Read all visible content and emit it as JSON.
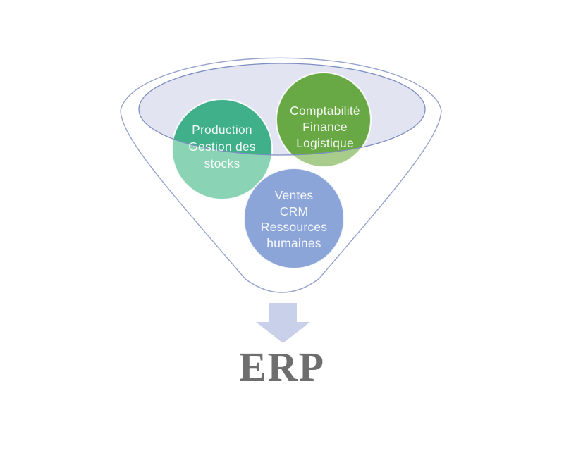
{
  "diagram": {
    "type": "funnel-convergence",
    "title": "ERP",
    "title_color": "#6E6E6E",
    "funnel": {
      "body_fill": "#ffffff",
      "outline_stroke": "#97A3CD",
      "liquid_fill": "#E2E4F1",
      "liquid_stroke": "#7E8EC1"
    },
    "bubbles": [
      {
        "id": "production",
        "lines": [
          "Production",
          "Gestion des",
          "stocks"
        ],
        "color_dark": "#3FB08A",
        "color_light": "#8BD3B5"
      },
      {
        "id": "comptabilite",
        "lines": [
          "Comptabilité",
          "Finance",
          "Logistique"
        ],
        "color_dark": "#68A845",
        "color_light": "#A7CC8C"
      },
      {
        "id": "ventes",
        "lines": [
          "Ventes",
          "CRM",
          "Ressources",
          "humaines"
        ],
        "color_dark": "#8CA5D9",
        "color_light": "#8CA5D9"
      }
    ],
    "arrow": {
      "name": "down-arrow",
      "color": "#C9D0EA"
    }
  }
}
